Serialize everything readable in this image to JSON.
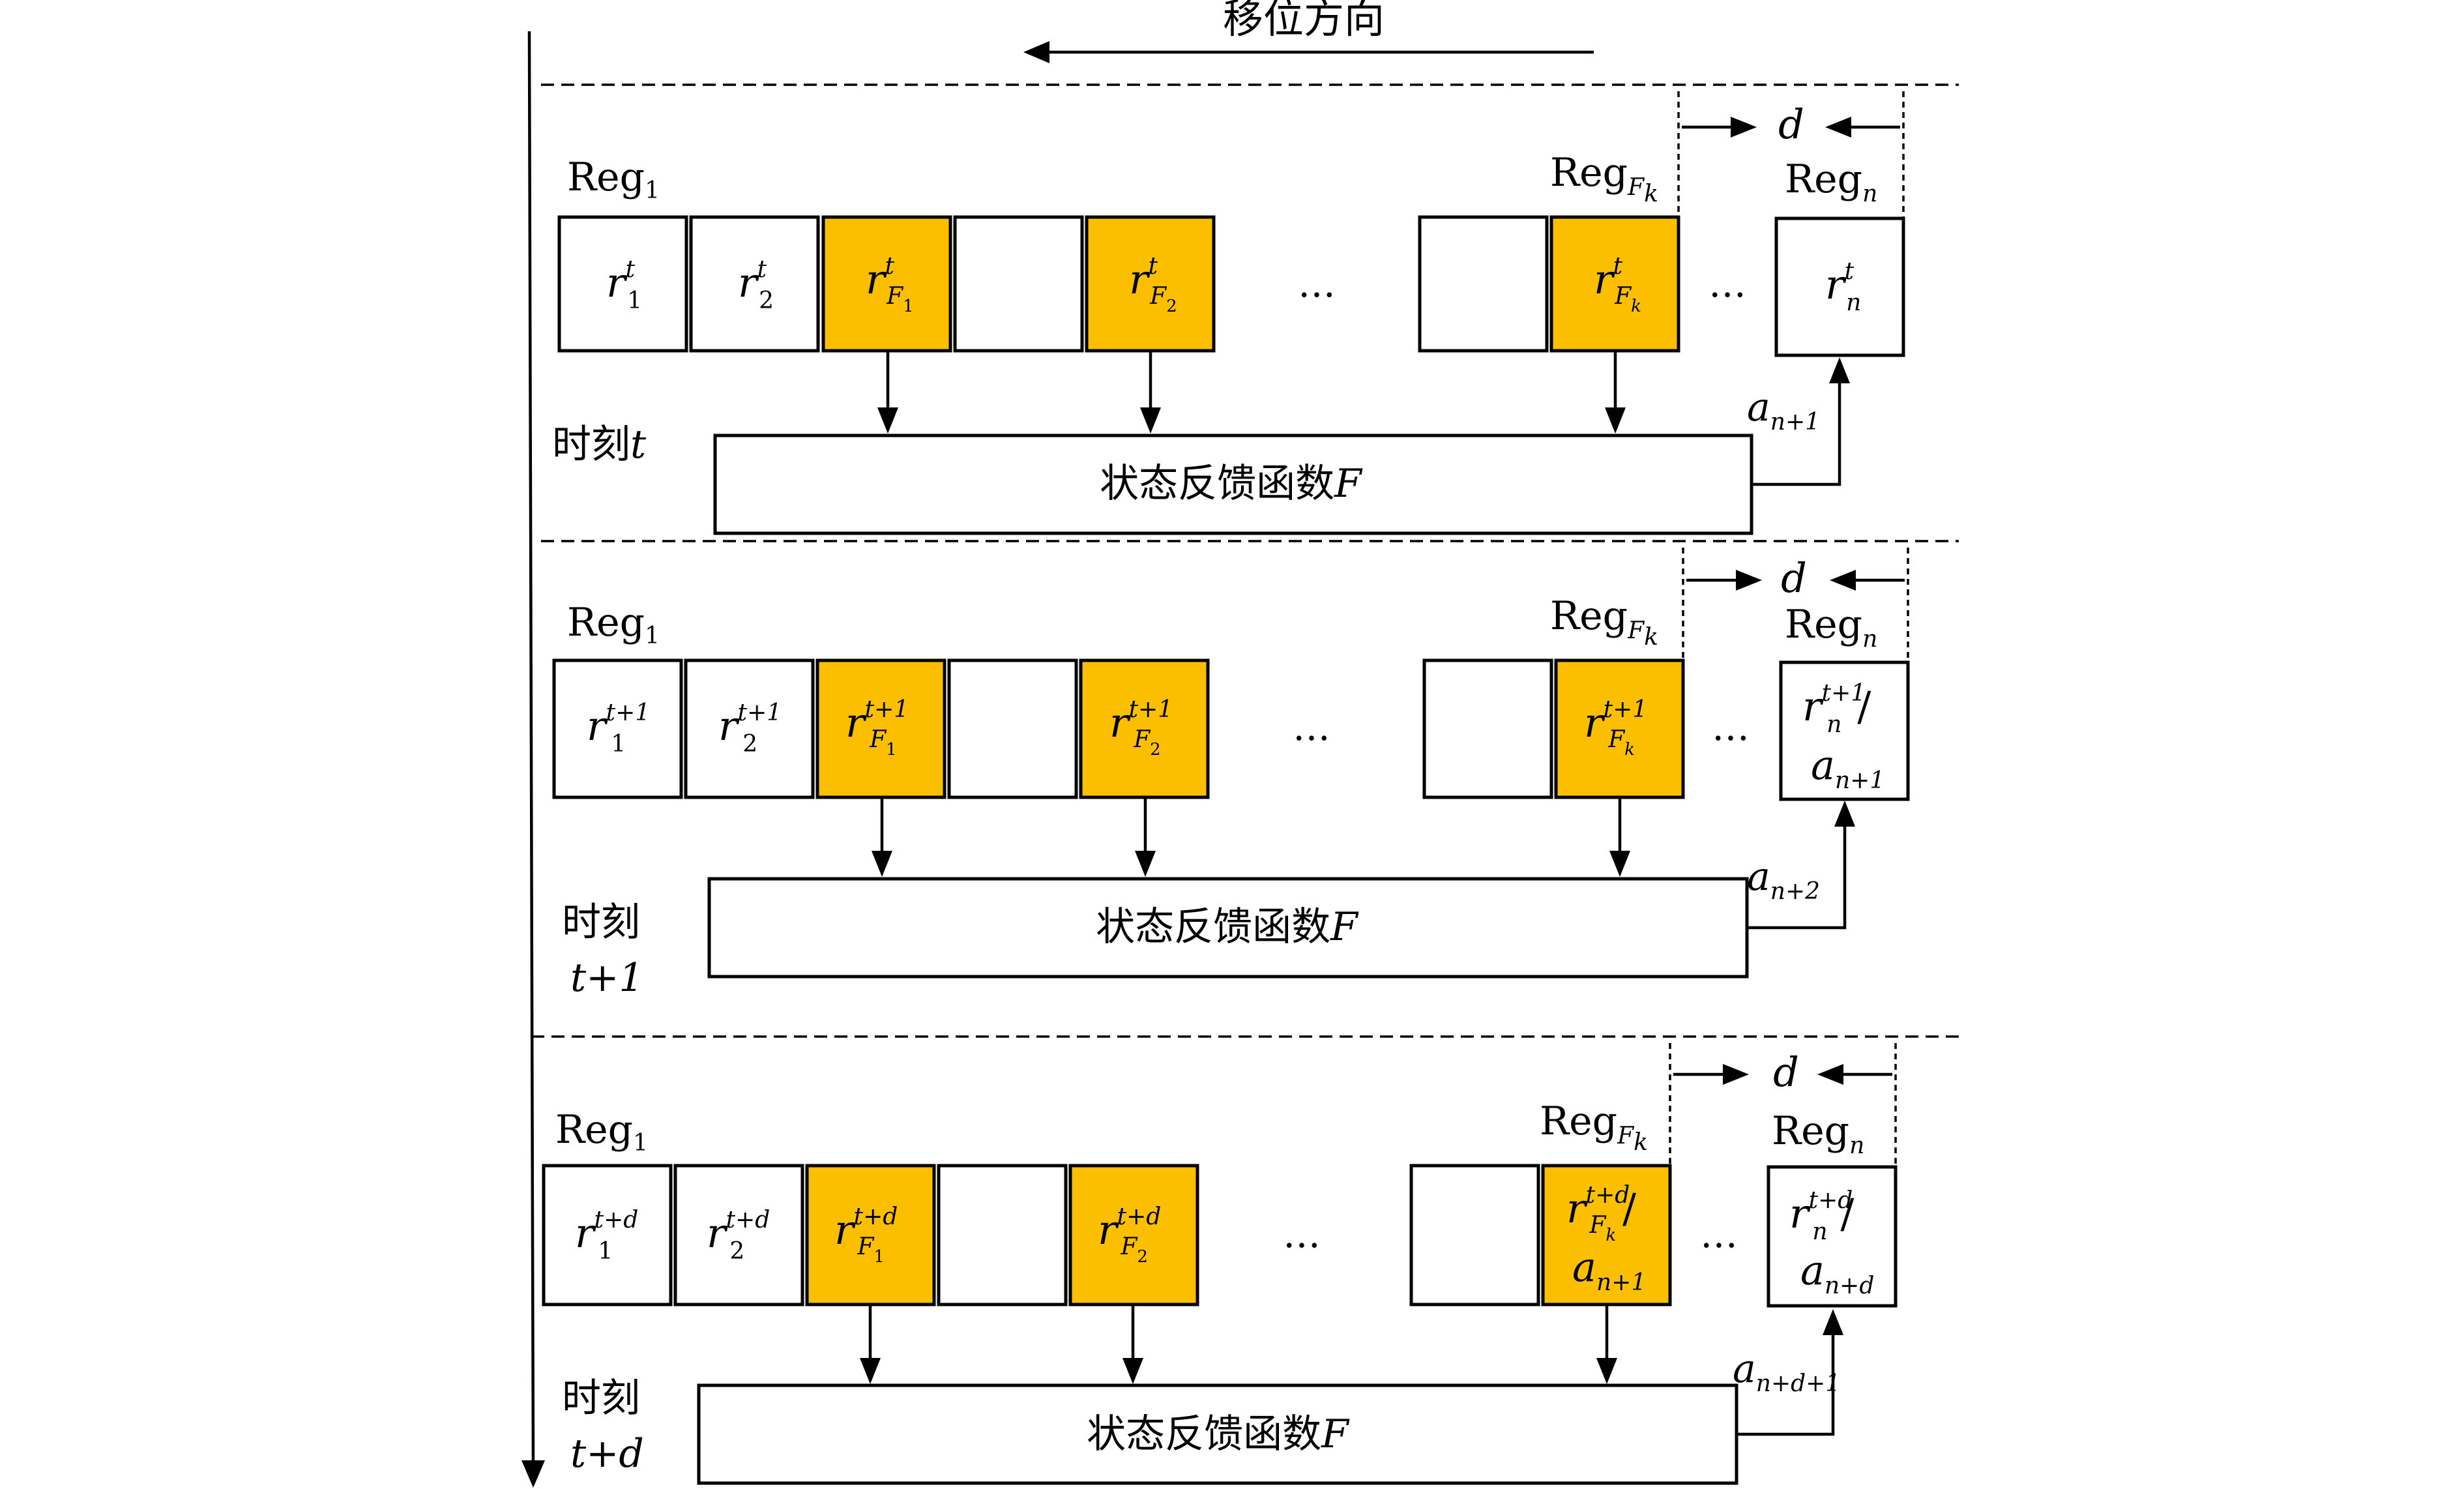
{
  "shift_direction": "移位方向",
  "dots": "…",
  "d_label": "d",
  "feedback": {
    "text": "状态反馈函数",
    "var": "F"
  },
  "rows": [
    {
      "time": {
        "label": "时刻",
        "var": "t"
      },
      "reg_first": {
        "base": "Reg",
        "sub": "1"
      },
      "reg_fk": {
        "base": "Reg",
        "sub": "F",
        "subsub": "k"
      },
      "reg_n": {
        "base": "Reg",
        "sub": "n"
      },
      "sup": "t",
      "cells": {
        "c1": {
          "base": "r",
          "sup": "t",
          "sub": "1"
        },
        "c2": {
          "base": "r",
          "sup": "t",
          "sub": "2"
        },
        "c3": {
          "base": "r",
          "sup": "t",
          "sub": "F",
          "subsub": "1"
        },
        "c5": {
          "base": "r",
          "sup": "t",
          "sub": "F",
          "subsub": "2"
        },
        "c7": {
          "base": "r",
          "sup": "t",
          "sub": "F",
          "subsub": "k"
        },
        "c8": {
          "base": "r",
          "sup": "t",
          "sub": "n"
        }
      },
      "input": {
        "base": "a",
        "sub": "n+1"
      }
    },
    {
      "time": {
        "label": "时刻",
        "var": "t+1"
      },
      "reg_first": {
        "base": "Reg",
        "sub": "1"
      },
      "reg_fk": {
        "base": "Reg",
        "sub": "F",
        "subsub": "k"
      },
      "reg_n": {
        "base": "Reg",
        "sub": "n"
      },
      "cells": {
        "c1": {
          "base": "r",
          "sup": "t+1",
          "sub": "1"
        },
        "c2": {
          "base": "r",
          "sup": "t+1",
          "sub": "2"
        },
        "c3": {
          "base": "r",
          "sup": "t+1",
          "sub": "F",
          "subsub": "1"
        },
        "c5": {
          "base": "r",
          "sup": "t+1",
          "sub": "F",
          "subsub": "2"
        },
        "c7": {
          "base": "r",
          "sup": "t+1",
          "sub": "F",
          "subsub": "k"
        },
        "c8": {
          "base": "r",
          "sup": "t+1",
          "sub": "n",
          "slash": "/",
          "line2": {
            "base": "a",
            "sub": "n+1"
          }
        }
      },
      "input": {
        "base": "a",
        "sub": "n+2"
      }
    },
    {
      "time": {
        "label": "时刻",
        "var": "t+d"
      },
      "reg_first": {
        "base": "Reg",
        "sub": "1"
      },
      "reg_fk": {
        "base": "Reg",
        "sub": "F",
        "subsub": "k"
      },
      "reg_n": {
        "base": "Reg",
        "sub": "n"
      },
      "cells": {
        "c1": {
          "base": "r",
          "sup": "t+d",
          "sub": "1"
        },
        "c2": {
          "base": "r",
          "sup": "t+d",
          "sub": "2"
        },
        "c3": {
          "base": "r",
          "sup": "t+d",
          "sub": "F",
          "subsub": "1"
        },
        "c5": {
          "base": "r",
          "sup": "t+d",
          "sub": "F",
          "subsub": "2"
        },
        "c7": {
          "base": "r",
          "sup": "t+d",
          "sub": "F",
          "subsub": "k",
          "slash": "/",
          "line2": {
            "base": "a",
            "sub": "n+1"
          }
        },
        "c8": {
          "base": "r",
          "sup": "t+d",
          "sub": "n",
          "slash": "/",
          "line2": {
            "base": "a",
            "sub": "n+d"
          }
        }
      },
      "input": {
        "base": "a",
        "sub": "n+d+1"
      }
    }
  ]
}
